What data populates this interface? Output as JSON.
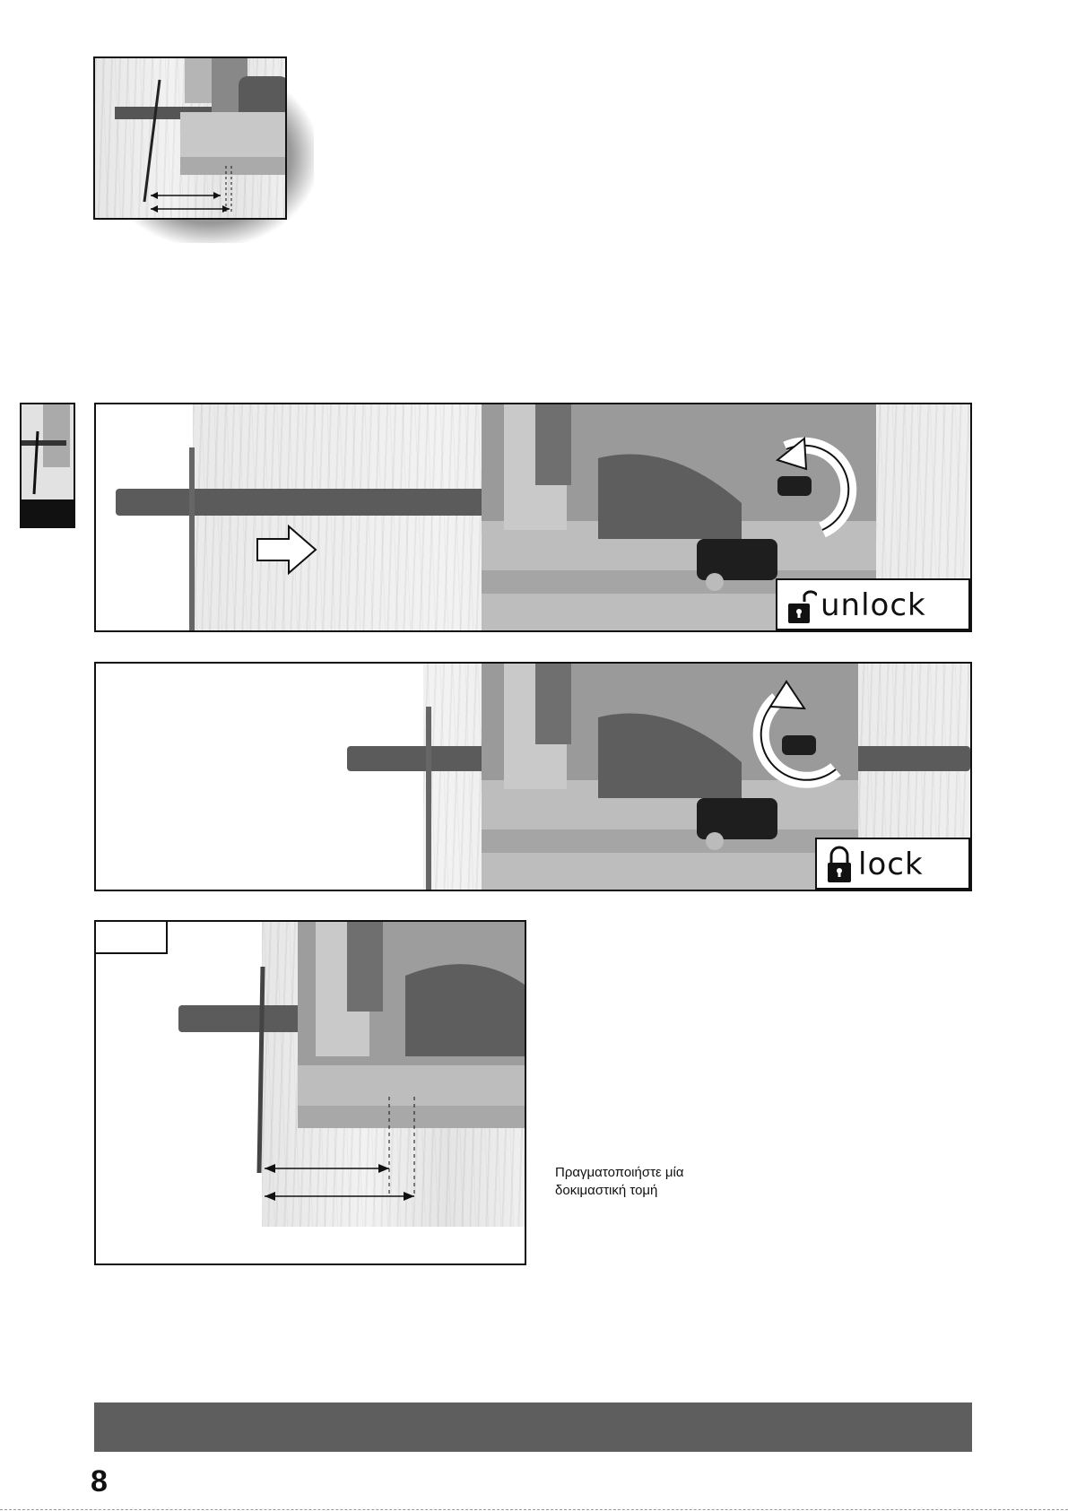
{
  "figures": {
    "fig_top": {
      "number": ""
    },
    "fig_unlock": {
      "number": "",
      "badge_label": "unlock"
    },
    "fig_lock": {
      "number": "",
      "badge_label": "lock"
    },
    "fig_test": {
      "number": "",
      "caption": "Πραγματοποιήστε μία δοκιμαστική τομή"
    }
  },
  "side_tab": {
    "label": ""
  },
  "footer": {
    "page_number": "8",
    "bar_color": "#5e5e5e"
  }
}
